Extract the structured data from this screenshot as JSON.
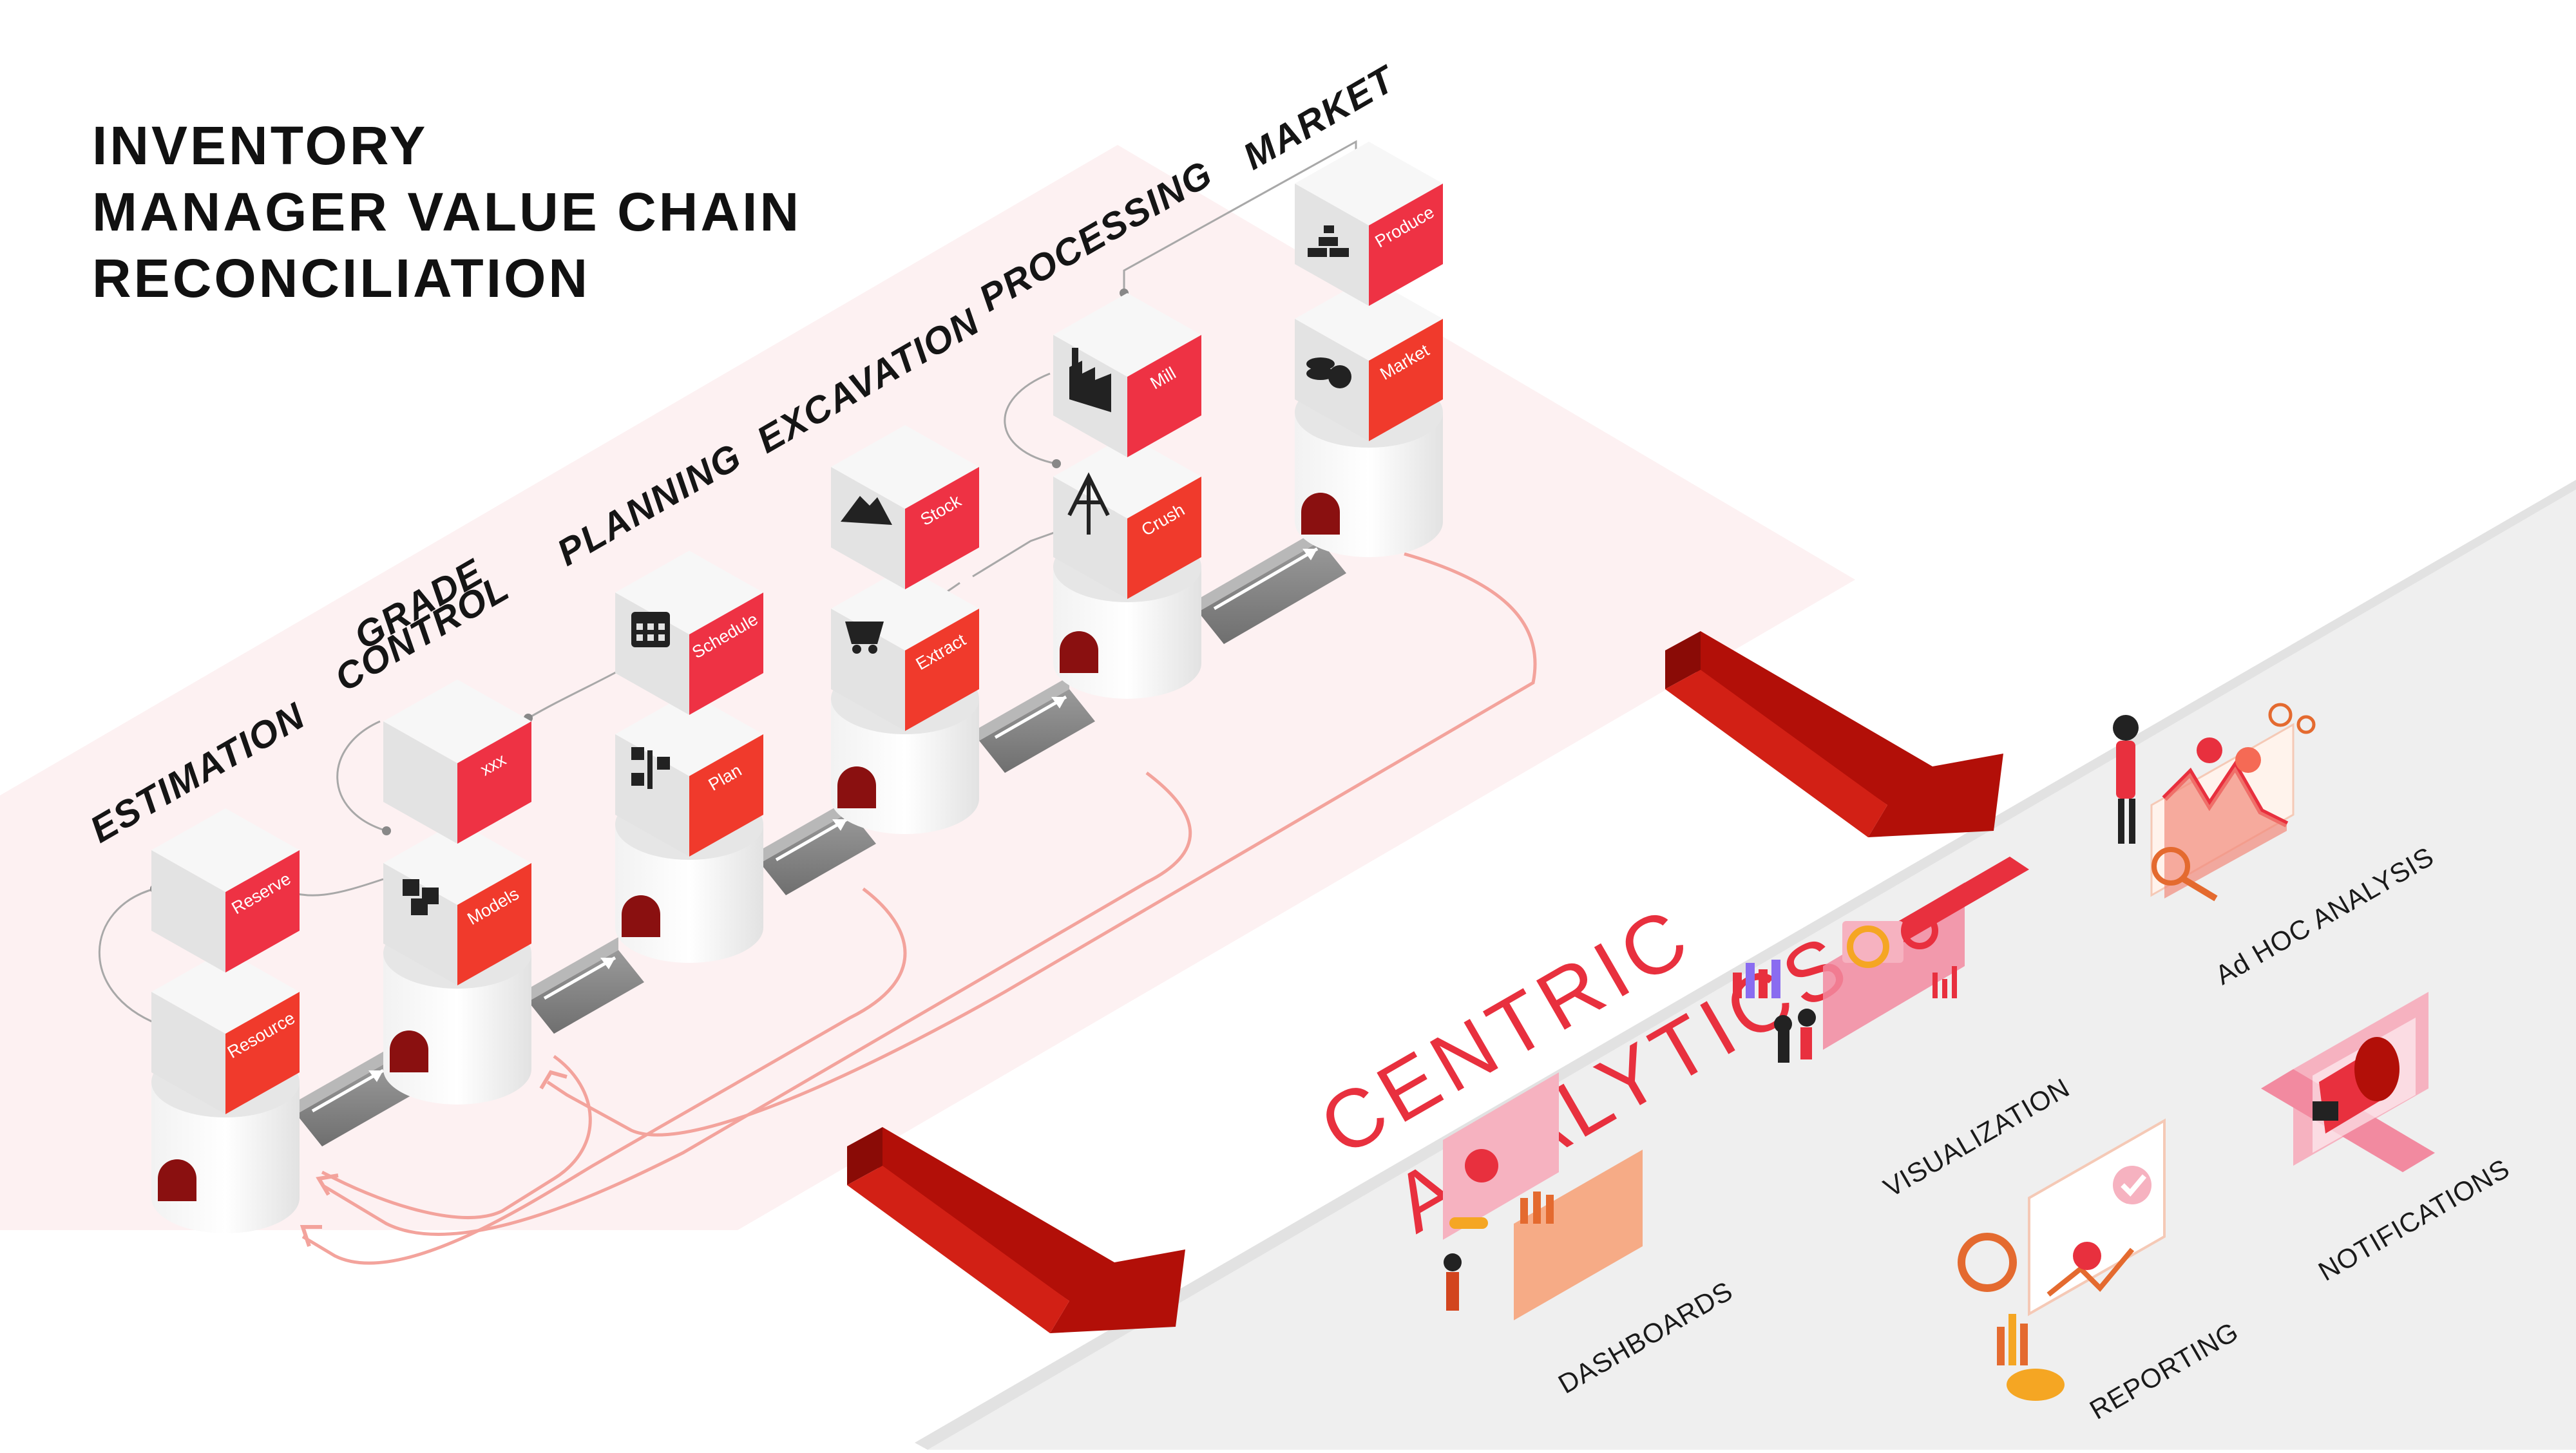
{
  "title": {
    "line1": "INVENTORY",
    "line2": "MANAGER VALUE CHAIN",
    "line3": "RECONCILIATION"
  },
  "stages": [
    {
      "label": "ESTIMATION",
      "top_box": "Reserve",
      "bottom_box": "Resource",
      "bottom_icon": "none-icon"
    },
    {
      "label_line1": "GRADE",
      "label_line2": "CONTROL",
      "top_box": "xxx",
      "bottom_box": "Models",
      "bottom_icon": "cubes-icon"
    },
    {
      "label": "PLANNING",
      "top_box": "Schedule",
      "bottom_box": "Plan",
      "top_icon": "calendar-icon",
      "bottom_icon": "flowchart-icon"
    },
    {
      "label": "EXCAVATION",
      "top_box": "Stock",
      "bottom_box": "Extract",
      "top_icon": "mountain-icon",
      "bottom_icon": "mine-cart-icon"
    },
    {
      "label": "PROCESSING",
      "top_box": "Mill",
      "bottom_box": "Crush",
      "top_icon": "factory-icon",
      "bottom_icon": "drill-rig-icon"
    },
    {
      "label": "MARKET",
      "top_box": "Produce",
      "bottom_box": "Market",
      "top_icon": "gold-bars-icon",
      "bottom_icon": "coins-chart-icon"
    }
  ],
  "analytics": {
    "title_line1": "CENTRIC",
    "title_line2": "ANALYTICS",
    "items": [
      {
        "label": "Ad HOC ANALYSIS",
        "icon": "analysis-illustration-icon"
      },
      {
        "label": "VISUALIZATION",
        "icon": "visualization-illustration-icon"
      },
      {
        "label": "NOTIFICATIONS",
        "icon": "megaphone-laptop-icon"
      },
      {
        "label": "DASHBOARDS",
        "icon": "dashboard-illustration-icon"
      },
      {
        "label": "REPORTING",
        "icon": "report-illustration-icon"
      }
    ]
  },
  "colors": {
    "accent_red": "#e8303e",
    "arrow_red": "#c4140c",
    "box_red": "#f03a2c",
    "platform_gray": "#efefef",
    "band_pink": "#fdf1f2",
    "text_dark": "#111111"
  }
}
